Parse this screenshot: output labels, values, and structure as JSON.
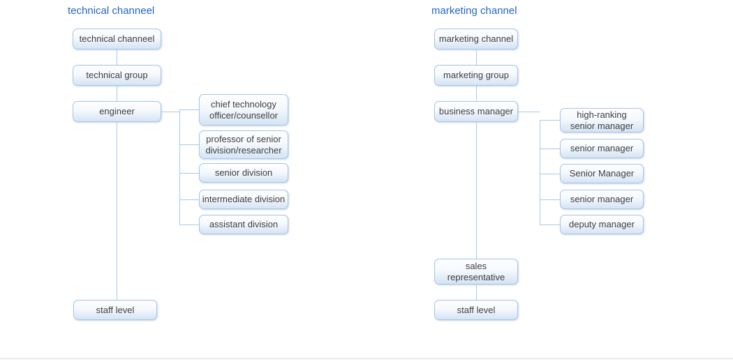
{
  "page": {
    "background": "#ffffff",
    "divider_color": "#d9d9d9"
  },
  "colors": {
    "title_text": "#2667c6",
    "node_border": "#a6c5e7",
    "node_fill_top": "#fefeff",
    "node_fill_bottom": "#d5e4f4",
    "node_text": "#3f3f3f",
    "connector": "#a9c8e9"
  },
  "technical": {
    "title": "technical channeel",
    "nodes": {
      "root": "technical channeel",
      "group": "technical group",
      "manager": "engineer",
      "staff": "staff level"
    },
    "branches": [
      "chief technology\nofficer/counsellor",
      "professor of senior\ndivision/researcher",
      "senior division",
      "intermediate division",
      "assistant division"
    ]
  },
  "marketing": {
    "title": "marketing channel",
    "nodes": {
      "root": "marketing channel",
      "group": "marketing group",
      "manager": "business manager",
      "sales": "sales\nrepresentative",
      "staff": "staff level"
    },
    "branches": [
      "high-ranking\nsenior manager",
      "senior manager",
      "Senior Manager",
      "senior manager",
      "deputy manager"
    ]
  }
}
